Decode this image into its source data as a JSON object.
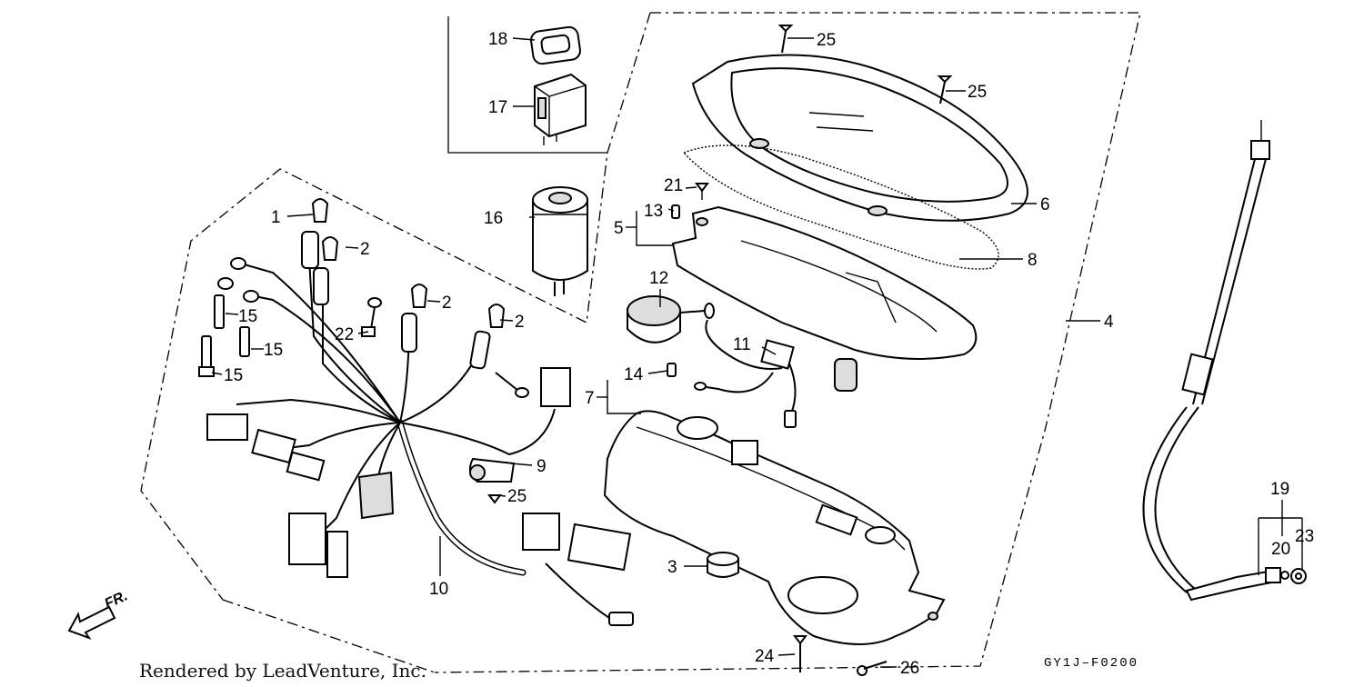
{
  "callouts": {
    "c1": "1",
    "c2a": "2",
    "c2b": "2",
    "c2c": "2",
    "c3": "3",
    "c4": "4",
    "c5": "5",
    "c6": "6",
    "c7": "7",
    "c8": "8",
    "c9": "9",
    "c10": "10",
    "c11": "11",
    "c12": "12",
    "c13": "13",
    "c14": "14",
    "c15a": "15",
    "c15b": "15",
    "c15c": "15",
    "c16": "16",
    "c17": "17",
    "c18": "18",
    "c19": "19",
    "c20": "20",
    "c21": "21",
    "c22": "22",
    "c23": "23",
    "c24": "24",
    "c25a": "25",
    "c25b": "25",
    "c25c": "25",
    "c26": "26"
  },
  "direction_label": "FR.",
  "diagram_code": "GY1J–F0200",
  "credit": "Rendered by LeadVenture, Inc."
}
